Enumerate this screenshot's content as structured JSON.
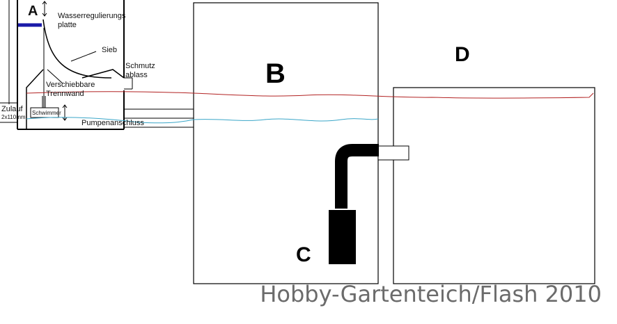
{
  "labels": {
    "a": "A",
    "b": "B",
    "c": "C",
    "d": "D",
    "wasserregulierung_line1": "Wasserregulierungs",
    "wasserregulierung_line2": "platte",
    "sieb": "Sieb",
    "schmutz_line1": "Schmutz",
    "schmutz_line2": "ablass",
    "trennwand_line1": "Verschiebbare",
    "trennwand_line2": "Trennwand",
    "zulauf_line1": "Zulauf",
    "zulauf_line2": "2x110mm",
    "schwimmer": "Schwimmer",
    "pumpenanschluss": "Pumpenanschluss"
  },
  "credit": "Hobby-Gartenteich/Flash 2010",
  "colors": {
    "outline": "#000000",
    "water_level_red": "#b22222",
    "water_level_blue": "#3aa6c8",
    "regulator_plate": "#1a1aa8",
    "pump": "#000000",
    "credit_text": "#6b6b6b"
  }
}
